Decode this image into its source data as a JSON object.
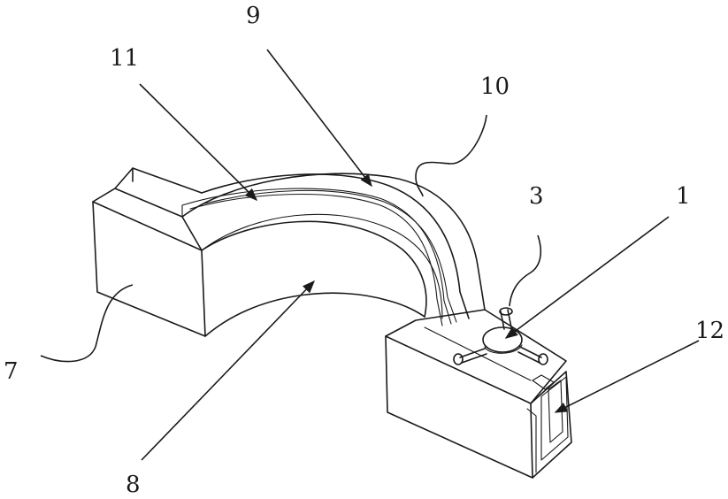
{
  "labels": {
    "l1": "1",
    "l3": "3",
    "l7": "7",
    "l8": "8",
    "l9": "9",
    "l10": "10",
    "l11": "11",
    "l12": "12"
  }
}
